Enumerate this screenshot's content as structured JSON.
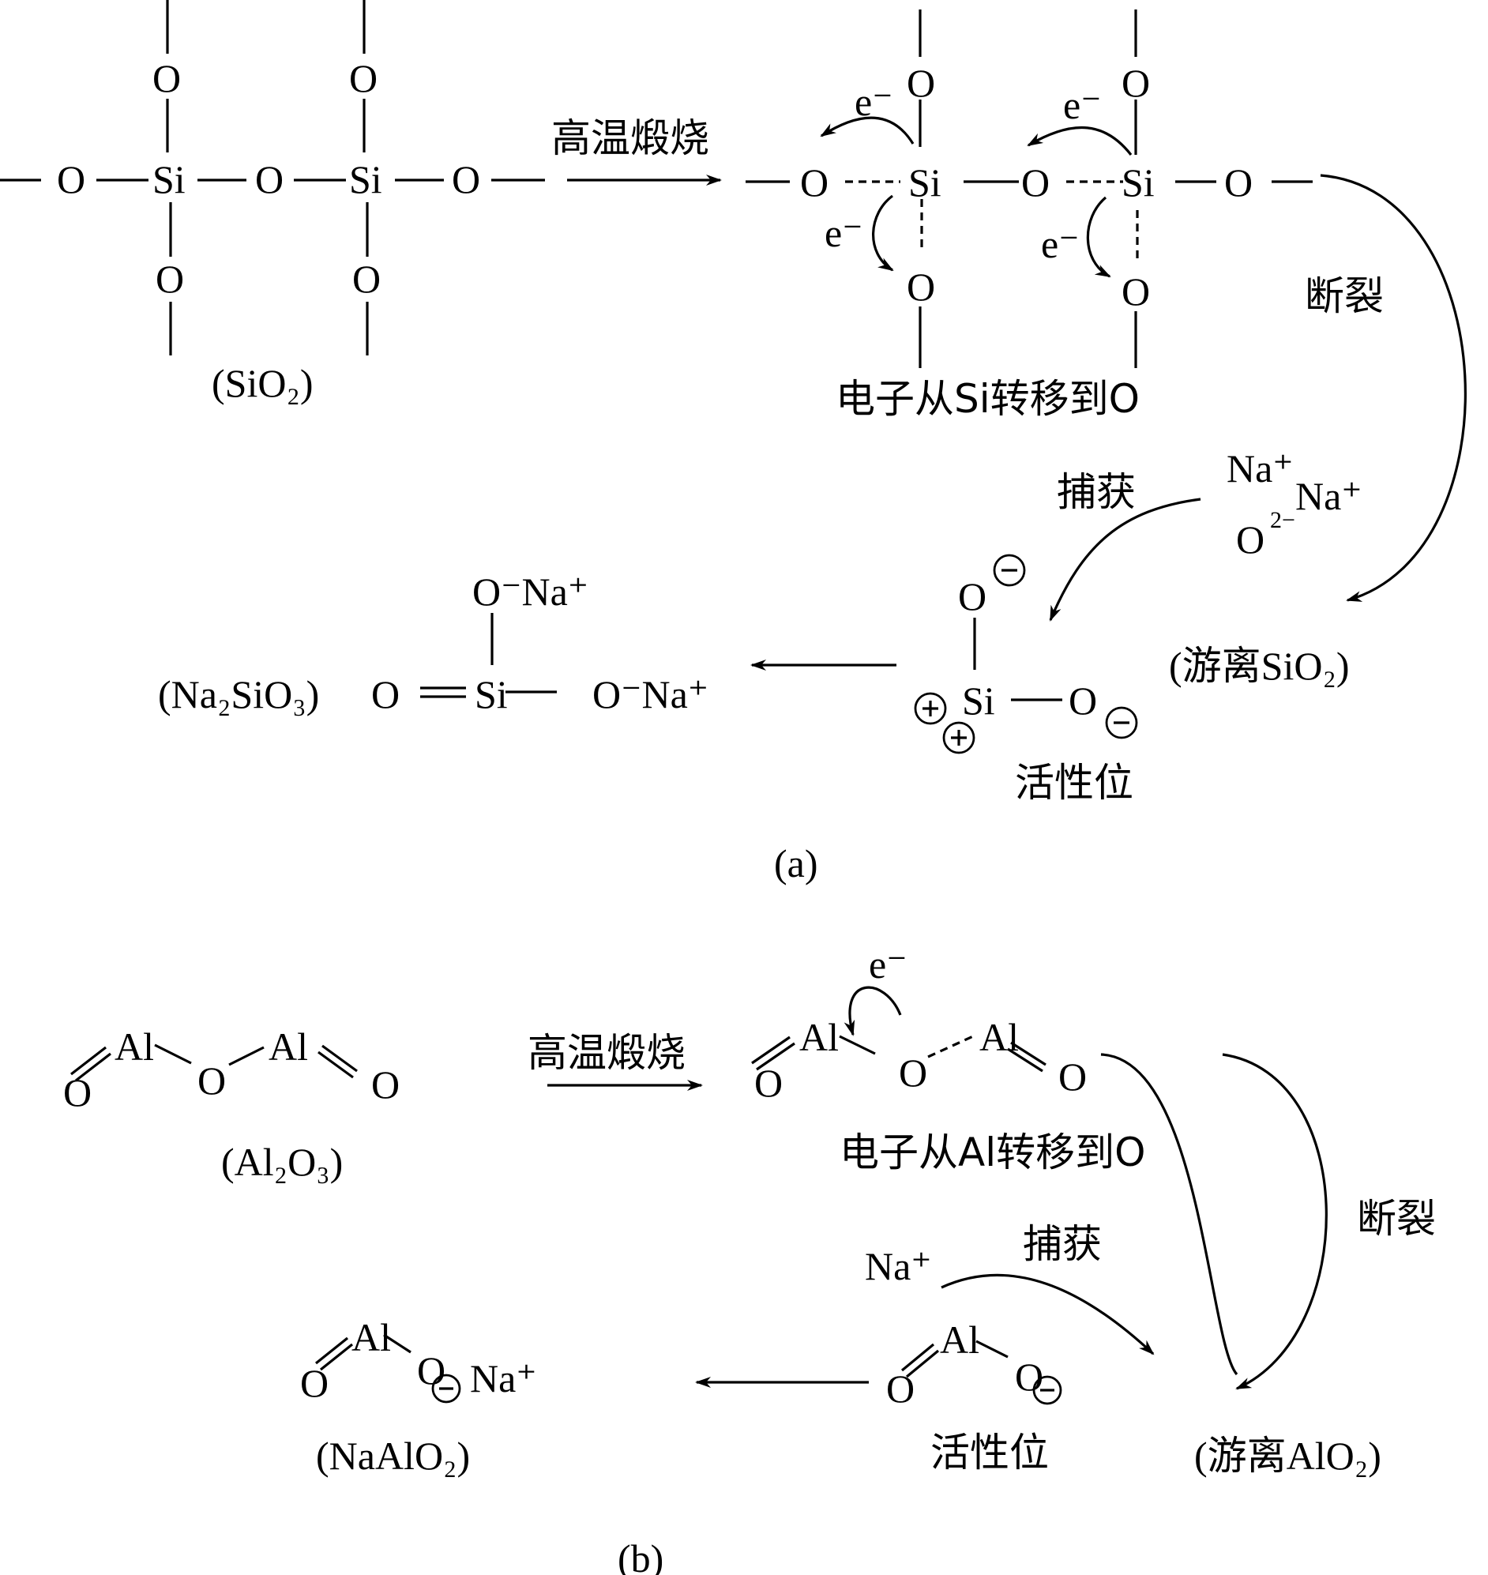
{
  "panel_a": {
    "caption": "(a)",
    "reactant_label": "(SiO₂)",
    "reactant_atoms": {
      "O": "O",
      "Si": "Si"
    },
    "step1_label": "高温煅烧",
    "electron": "e⁻",
    "electron_transfer_label": "电子从Si转移到O",
    "break_label": "断裂",
    "free_label": "(游离SiO₂)",
    "capture_label": "捕获",
    "ions": {
      "na_plus": "Na⁺",
      "o_2minus_base": "O",
      "o_2minus_charge": "2−"
    },
    "active_site_label": "活性位",
    "product_label": "(Na₂SiO₃)",
    "product_groups": {
      "o_na": "O⁻Na⁺",
      "o_double": "O",
      "si": "Si"
    },
    "charges": {
      "minus": "−",
      "plus": "+"
    }
  },
  "panel_b": {
    "caption": "(b)",
    "reactant_label": "(Al₂O₃)",
    "reactant_atoms": {
      "O": "O",
      "Al": "Al"
    },
    "step1_label": "高温煅烧",
    "electron": "e⁻",
    "electron_transfer_label": "电子从Al转移到O",
    "break_label": "断裂",
    "free_label": "(游离AlO₂)",
    "capture_label": "捕获",
    "ions": {
      "na_plus": "Na⁺"
    },
    "active_site_label": "活性位",
    "product_label": "(NaAlO₂)",
    "product_na": "Na⁺",
    "charges": {
      "minus": "−"
    }
  }
}
